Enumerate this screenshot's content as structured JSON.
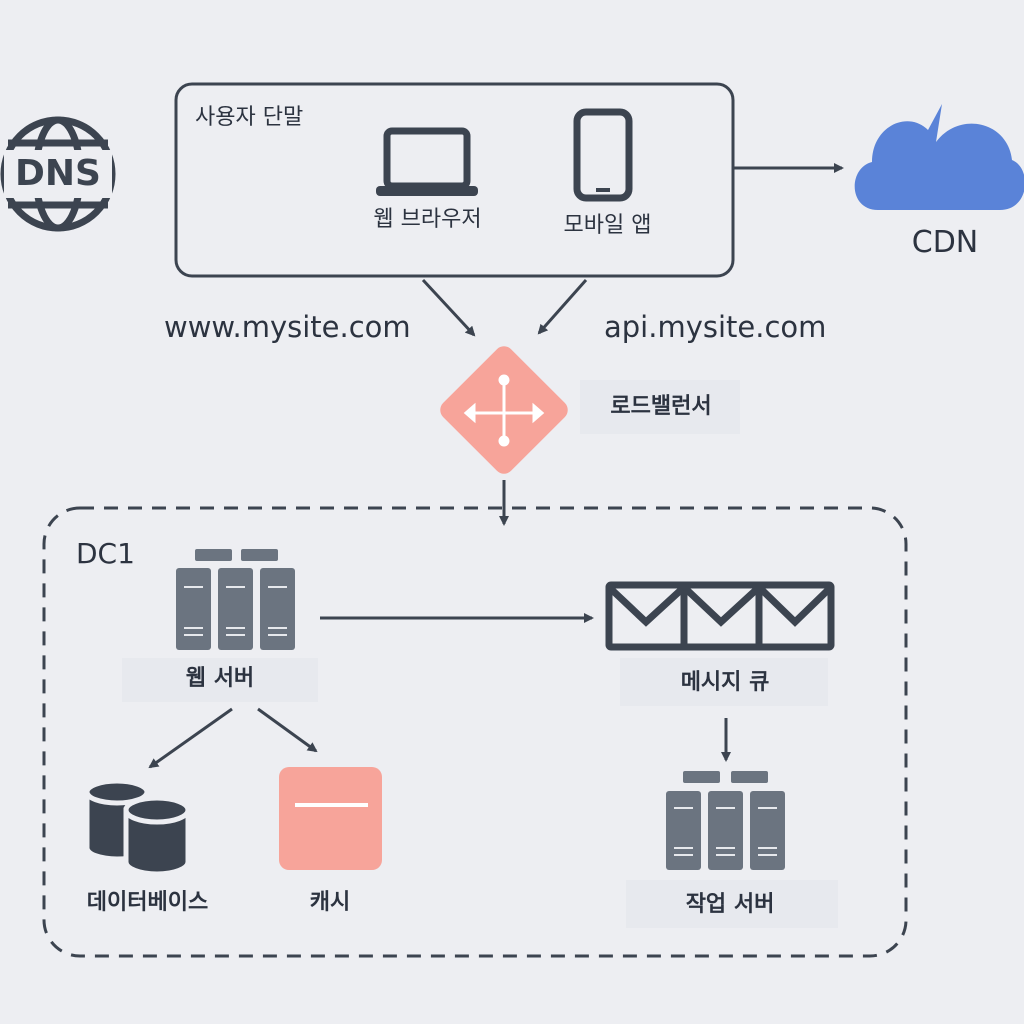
{
  "dns": {
    "label": "DNS",
    "icon": "globe-icon"
  },
  "user_devices": {
    "title": "사용자 단말",
    "web_browser": {
      "label": "웹 브라우저",
      "icon": "laptop-icon"
    },
    "mobile_app": {
      "label": "모바일 앱",
      "icon": "smartphone-icon"
    }
  },
  "cdn": {
    "label": "CDN",
    "icon": "cloud-icon",
    "color": "#5a83d8"
  },
  "domains": {
    "web": "www.mysite.com",
    "api": "api.mysite.com"
  },
  "load_balancer": {
    "label": "로드밸런서",
    "icon": "load-balancer-icon",
    "color": "#f7a49a"
  },
  "datacenter": {
    "label": "DC1",
    "web_server": {
      "label": "웹 서버",
      "icon": "server-rack-icon"
    },
    "message_queue": {
      "label": "메시지 큐",
      "icon": "message-queue-icon"
    },
    "database": {
      "label": "데이터베이스",
      "icon": "database-icon"
    },
    "cache": {
      "label": "캐시",
      "icon": "cache-icon",
      "color": "#f7a49a"
    },
    "worker_server": {
      "label": "작업 서버",
      "icon": "server-rack-icon"
    }
  },
  "colors": {
    "stroke": "#3c4450",
    "server": "#6b7480",
    "background": "#edeef2"
  }
}
